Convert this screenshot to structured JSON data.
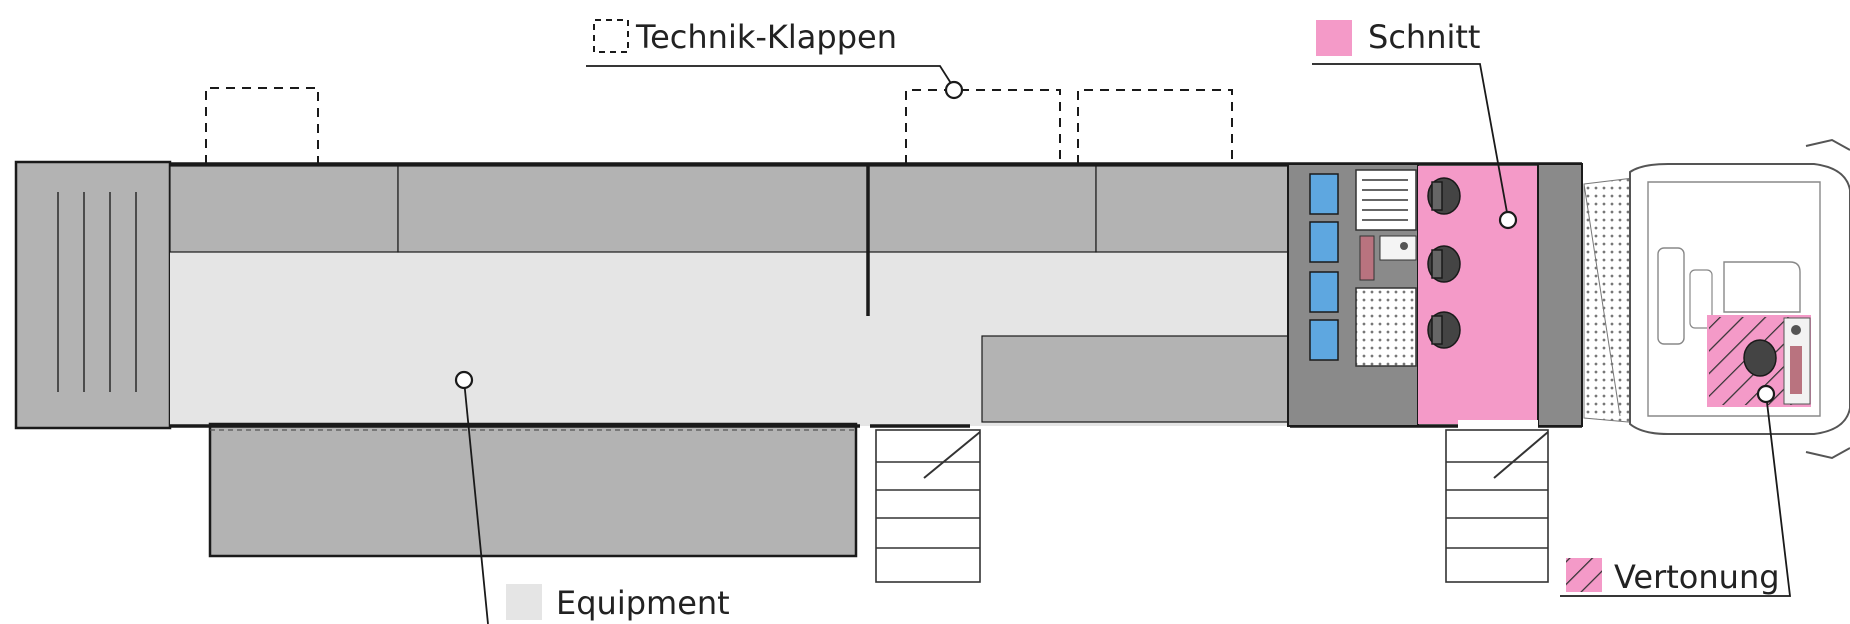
{
  "legend": {
    "technik_klappen": {
      "label": "Technik-Klappen"
    },
    "schnitt": {
      "label": "Schnitt",
      "color": "#f49ac8"
    },
    "vertonung": {
      "label": "Vertonung",
      "color": "#f49ac8"
    },
    "equipment": {
      "label": "Equipment",
      "color": "#e5e5e5"
    }
  },
  "colors": {
    "equipment_fill": "#e5e5e5",
    "fixture_fill": "#b3b3b3",
    "wall_dark": "#8a8a8a",
    "schnitt_pink": "#f49ac8",
    "outline": "#1a1a1a",
    "monitor_blue": "#5ea7e0"
  },
  "icons": [
    "door-flap-outline",
    "stairs",
    "swivel-chair",
    "mixing-desk",
    "monitor",
    "truck-cab"
  ]
}
